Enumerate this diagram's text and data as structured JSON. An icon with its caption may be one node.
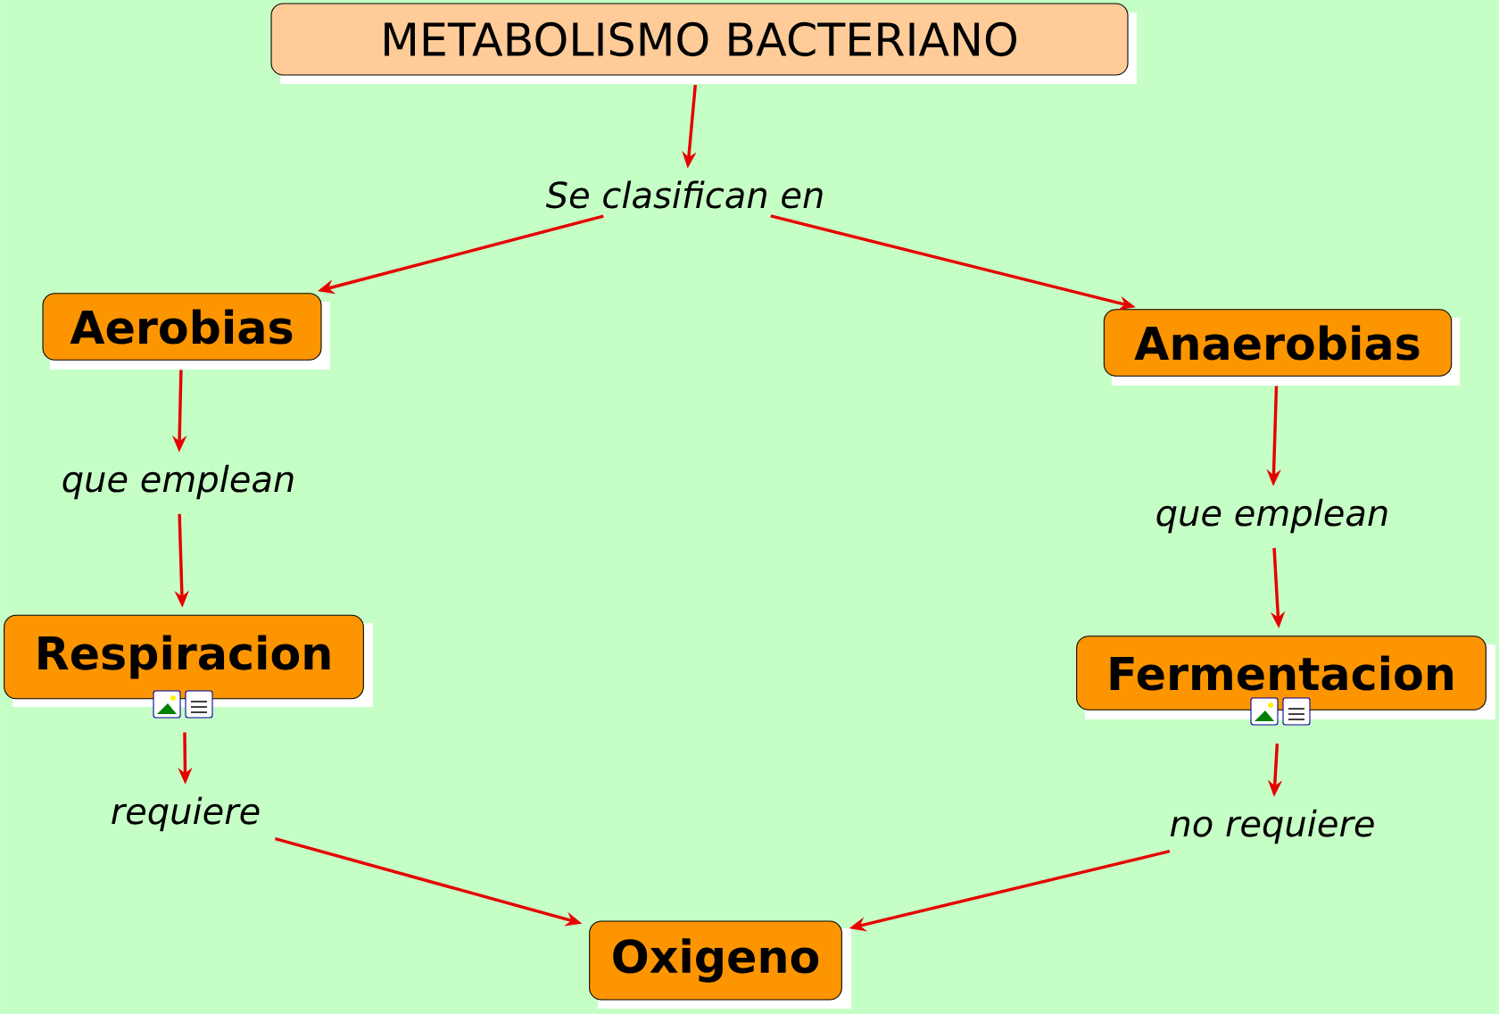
{
  "diagram": {
    "nodes": [
      {
        "text": [
          "METABOLISMO BACTERIANO"
        ]
      },
      {
        "text": [
          "Se clasifican en"
        ]
      },
      {
        "text": [
          "Aerobias"
        ]
      },
      {
        "text": [
          "Anaerobias"
        ]
      },
      {
        "text": [
          "que emplean"
        ]
      },
      {
        "text": [
          "Respiracion"
        ]
      },
      {
        "text": [
          "que emplean"
        ]
      },
      {
        "text": [
          "Fermentacion"
        ]
      },
      {
        "text": [
          "requiere"
        ]
      },
      {
        "text": [
          "no requiere"
        ]
      },
      {
        "text": [
          "Oxigeno"
        ]
      }
    ],
    "edges": [
      {
        "from": 0,
        "to": 1,
        "arrow": "to"
      },
      {
        "from": 1,
        "to": 2,
        "arrow": "to"
      },
      {
        "from": 1,
        "to": 3,
        "arrow": "to"
      },
      {
        "from": 2,
        "to": 4,
        "arrow": "to"
      },
      {
        "from": 4,
        "to": 5,
        "arrow": "to"
      },
      {
        "from": 3,
        "to": 6,
        "arrow": "to"
      },
      {
        "from": 6,
        "to": 7,
        "arrow": "to"
      },
      {
        "from": 5,
        "to": 8,
        "arrow": "to"
      },
      {
        "from": 7,
        "to": 9,
        "arrow": "to"
      },
      {
        "from": 8,
        "to": 10,
        "arrow": "to"
      },
      {
        "from": 9,
        "to": 10,
        "arrow": "to"
      }
    ]
  }
}
